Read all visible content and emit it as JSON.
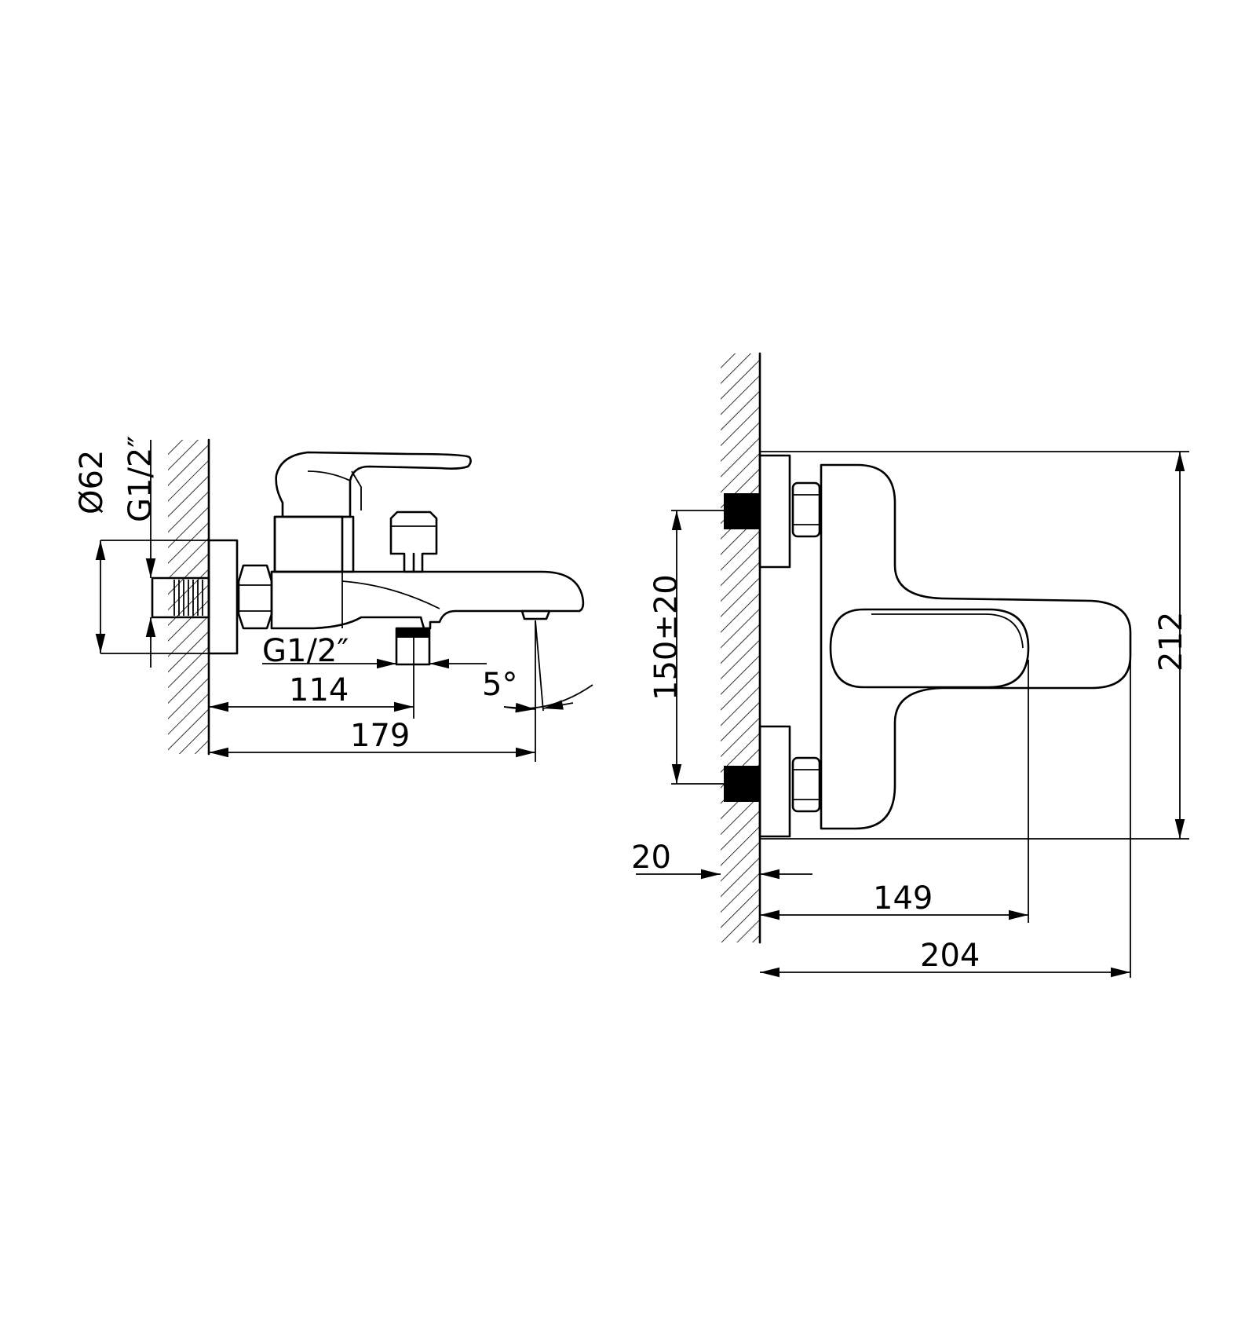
{
  "side_view": {
    "diameter_label": "Ø62",
    "thread_top_label": "G1/2″",
    "thread_bottom_label": "G1/2″",
    "dim_114": "114",
    "dim_179": "179",
    "angle_label": "5°"
  },
  "front_view": {
    "dim_150": "150±20",
    "dim_212": "212",
    "dim_20": "20",
    "dim_149": "149",
    "dim_204": "204"
  }
}
